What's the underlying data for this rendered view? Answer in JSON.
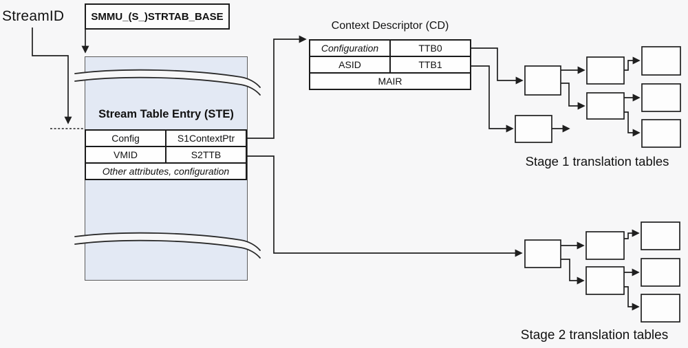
{
  "diagram": {
    "stream_id_label": "StreamID",
    "strtab_base_label": "SMMU_(S_)STRTAB_BASE",
    "stream_table": {
      "title": "Stream Table Entry (STE)",
      "rows": [
        {
          "cells": [
            "Config",
            "S1ContextPtr"
          ]
        },
        {
          "cells": [
            "VMID",
            "S2TTB"
          ]
        },
        {
          "cells": [
            "Other attributes, configuration"
          ]
        }
      ]
    },
    "context_descriptor": {
      "title": "Context Descriptor (CD)",
      "rows": [
        {
          "cells": [
            "Configuration",
            "TTB0"
          ]
        },
        {
          "cells": [
            "ASID",
            "TTB1"
          ]
        },
        {
          "cells": [
            "MAIR"
          ]
        }
      ]
    },
    "stage1_caption": "Stage 1 translation tables",
    "stage2_caption": "Stage 2 translation tables",
    "colors": {
      "background": "#f7f7f8",
      "stream_table_fill": "#e3e9f4",
      "box_fill": "#fdfdfd",
      "line": "#1f1f1f"
    }
  }
}
